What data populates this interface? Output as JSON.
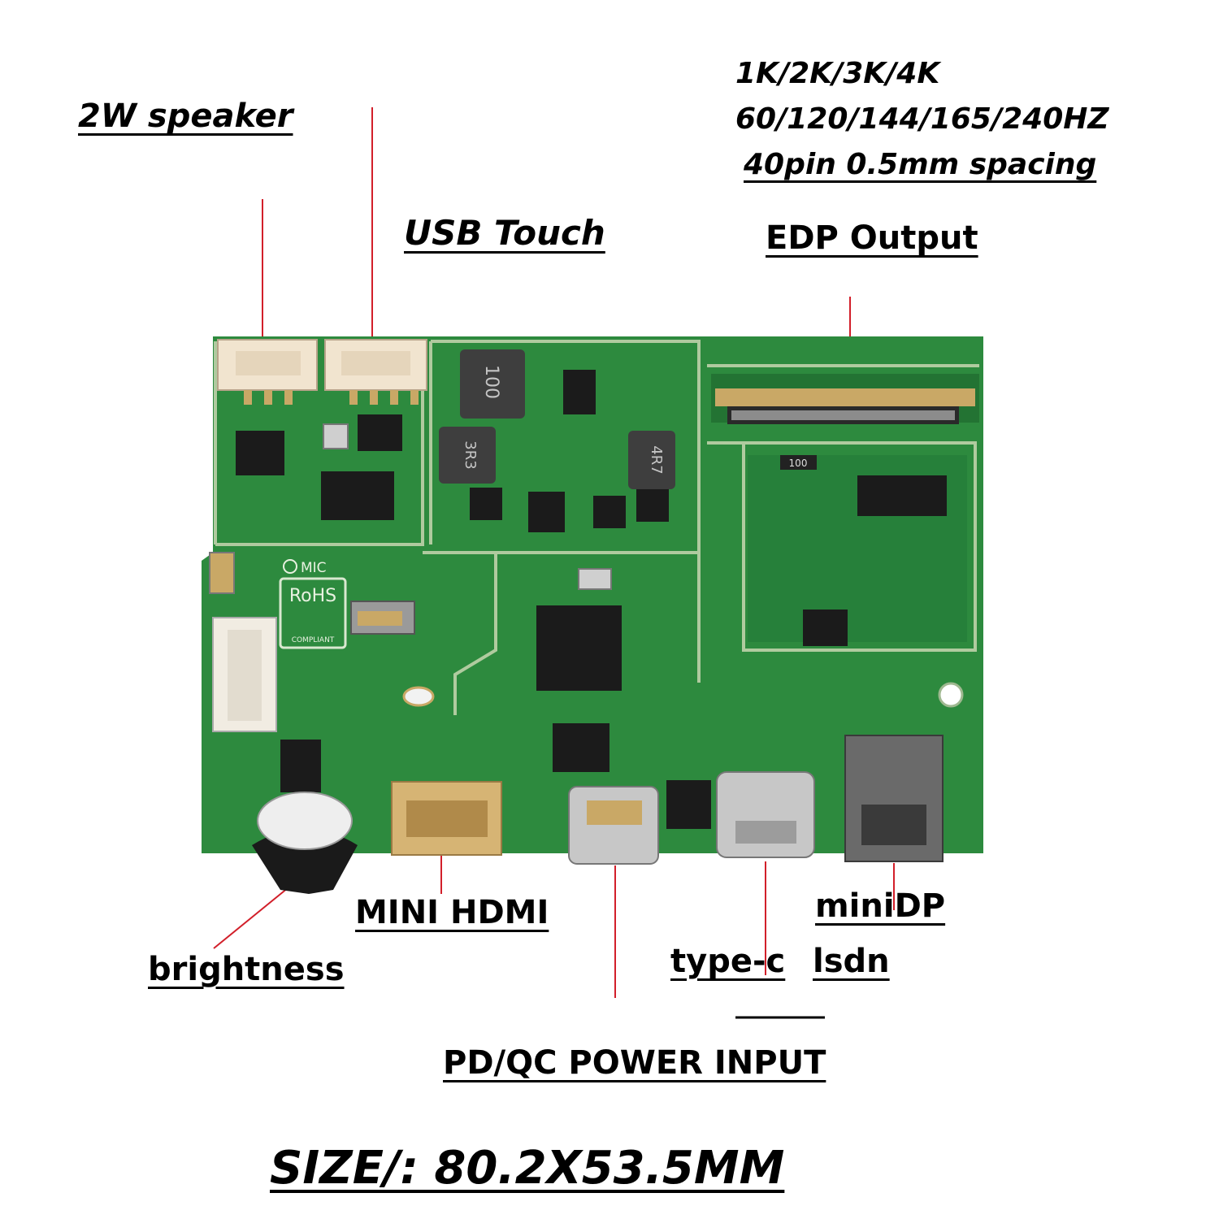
{
  "labels": {
    "speaker": "2W speaker",
    "usb_touch": "USB Touch",
    "edp_output": "EDP Output",
    "brightness": "brightness",
    "mini_hdmi": "MINI HDMI",
    "type_c": "type-c",
    "minidp": "miniDP",
    "lsdn": "lsdn",
    "power_input": "PD/QC POWER INPUT",
    "size": "SIZE/: 80.2X53.5MM"
  },
  "specs": {
    "resolution": "1K/2K/3K/4K",
    "refresh": "60/120/144/165/240HZ",
    "pins": "40pin 0.5mm spacing"
  },
  "board": {
    "silkscreen_mic": "MIC",
    "rohs_title": "RoHS",
    "rohs_sub": "COMPLIANT",
    "inductor_1": "100",
    "inductor_2": "3R3",
    "inductor_3": "4R7",
    "resistor": "100"
  },
  "colors": {
    "pcb": "#2d8a3e",
    "pcb_dark": "#237333",
    "pad_gold": "#c9a866",
    "chip": "#1b1b1b",
    "leader": "#d21f2a"
  }
}
